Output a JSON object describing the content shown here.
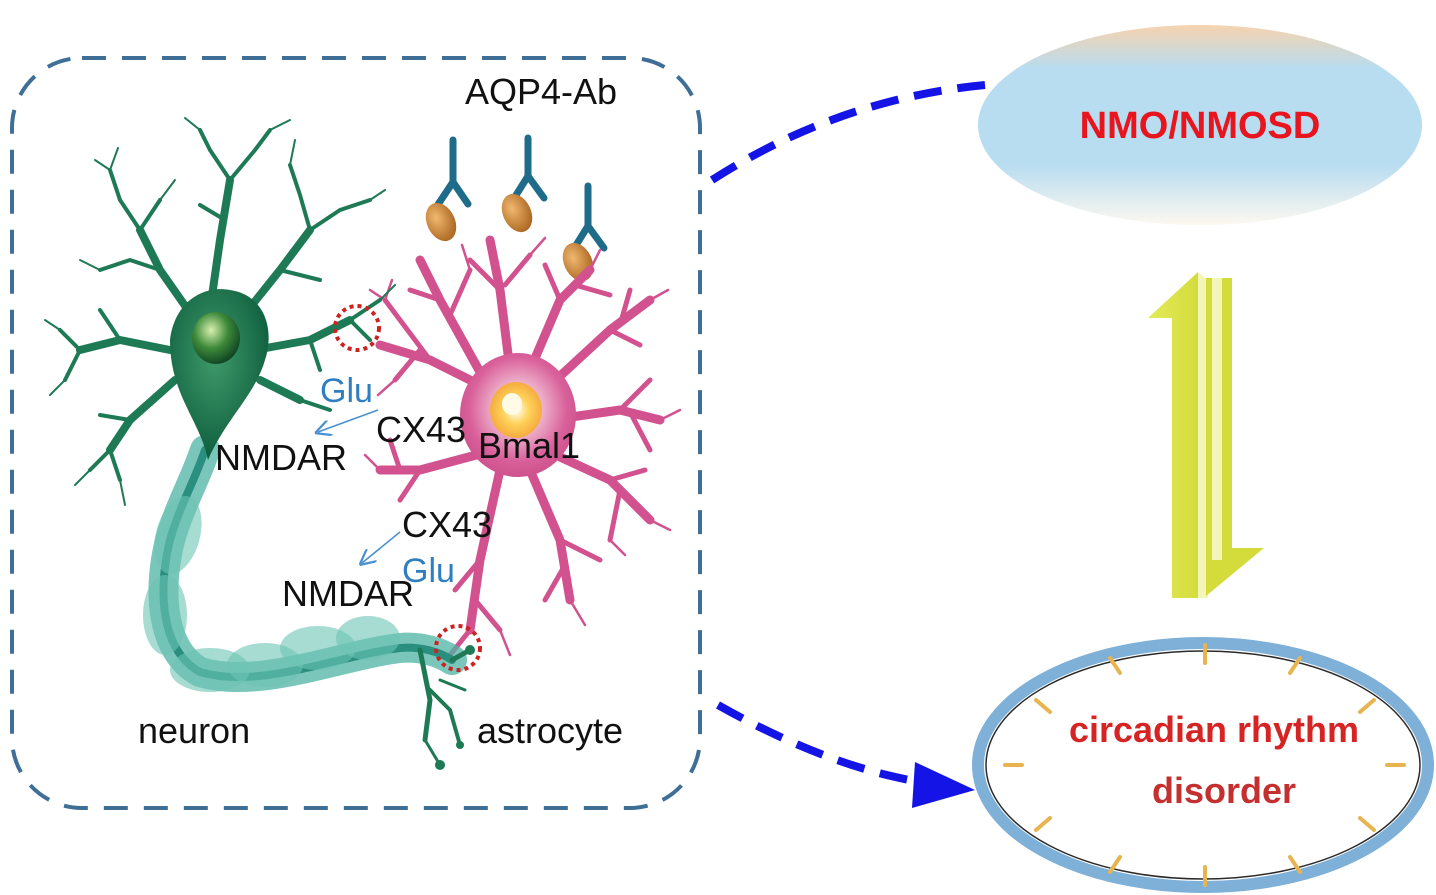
{
  "labels": {
    "aqp4": "AQP4-Ab",
    "glu_top": "Glu",
    "nmdar_top": "NMDAR",
    "cx43_top": "CX43",
    "bmal1": "Bmal1",
    "cx43_bottom": "CX43",
    "glu_bottom": "Glu",
    "nmdar_bottom": "NMDAR",
    "neuron": "neuron",
    "astrocyte": "astrocyte",
    "nmo": "NMO/NMOSD",
    "circadian_line1": "circadian rhythm",
    "circadian_line2": "disorder"
  },
  "colors": {
    "dashed_box": "#3f6e96",
    "neuron": "#1e7a55",
    "axon": "#4fb3a3",
    "astrocyte": "#d2528f",
    "antibody": "#1f6b8a",
    "antigen": "#d18a3a",
    "connector": "#1414e6",
    "nmo_text": "#e8141e",
    "circadian_text": "#d62424",
    "clock_ring": "#7fb0d8",
    "clock_tick": "#e8b450",
    "arrow_yellow": "#dde65a",
    "arrow_yellow_light": "#f3f6b8",
    "label_blue": "#2f7ec2"
  },
  "icons": [
    "antibody-icon",
    "neuron-cell-icon",
    "astrocyte-cell-icon",
    "clock-icon",
    "bidirectional-arrow-icon"
  ]
}
